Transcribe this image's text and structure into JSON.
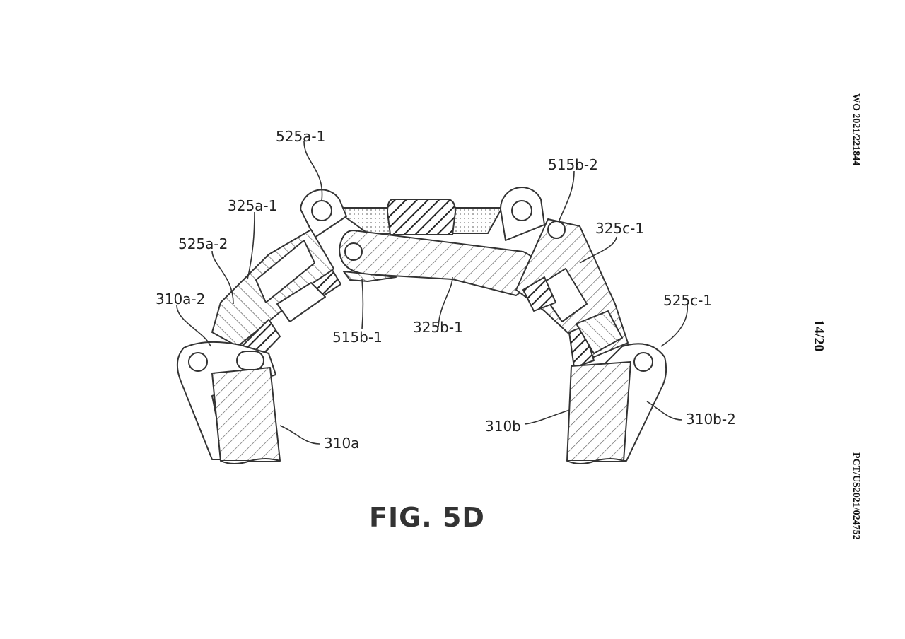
{
  "header": {
    "publication_number": "WO 2021/221844",
    "sheet_number": "14/20",
    "application_number": "PCT/US2021/024752"
  },
  "figure": {
    "title": "FIG. 5D",
    "labels": {
      "l525a1": "525a-1",
      "l515b2": "515b-2",
      "l325a1": "325a-1",
      "l325c1": "325c-1",
      "l525a2": "525a-2",
      "l310a2": "310a-2",
      "l525c1": "525c-1",
      "l515b1": "515b-1",
      "l325b1": "325b-1",
      "l310b": "310b",
      "l310b2": "310b-2",
      "l310a": "310a"
    }
  },
  "colors": {
    "ink": "#333333",
    "background": "#ffffff"
  }
}
